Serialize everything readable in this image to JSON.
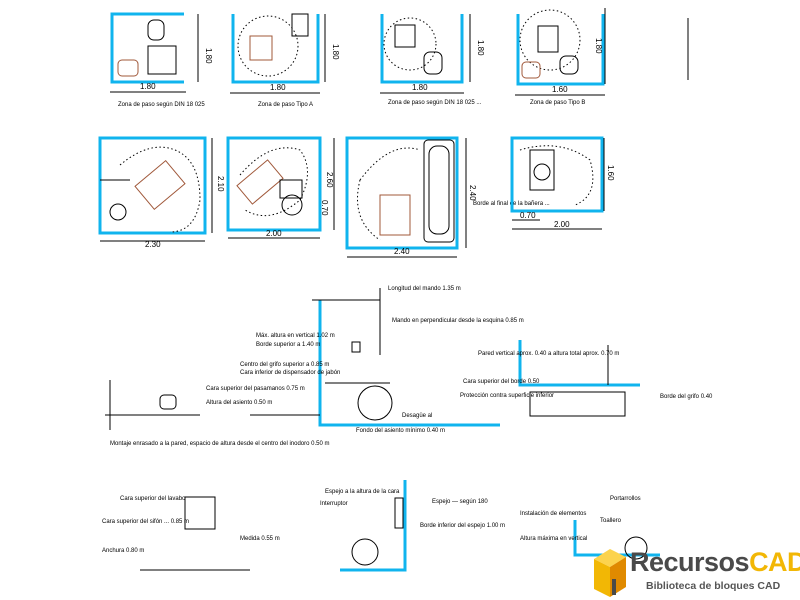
{
  "top_row": [
    {
      "width_dim": "1.80",
      "height_dim": "1.80",
      "caption": "Zona de paso según DIN 18 025"
    },
    {
      "width_dim": "1.80",
      "height_dim": "1.80",
      "caption": "Zona de paso Tipo A"
    },
    {
      "width_dim": "1.80",
      "height_dim": "1.80",
      "caption": "Zona de paso según DIN 18 025 ..."
    },
    {
      "width_dim": "1.60",
      "height_dim": "1.80",
      "caption": "Zona de paso Tipo B"
    }
  ],
  "middle_row": [
    {
      "width_dim": "2.30",
      "height_dim": "2.10"
    },
    {
      "width_dim": "2.00",
      "height_dim": "2.60",
      "extra_dim": "0.70"
    },
    {
      "width_dim": "2.40",
      "height_dim": "2.40",
      "note": "Borde al final de la bañera ..."
    },
    {
      "width_dim": "2.00",
      "height_dim": "1.60",
      "extra_dim": "0.70"
    }
  ],
  "lower_labels": {
    "shower_1": "Longitud del mando 1.35 m",
    "shower_2": "Mando en perpendicular desde la esquina 0.85 m",
    "shower_3": "Máx. altura en vertical 1.02 m",
    "shower_4": "Borde superior a 1.40 m",
    "shower_5": "Centro del grifo superior a 0.85 m",
    "shower_6": "Cara inferior de dispensador de jabón",
    "shower_7": "Cara superior del pasamanos 0.75 m",
    "shower_8": "Altura del asiento 0.50 m",
    "shower_9": "Desagüe al",
    "shower_10": "Fondo del asiento mínimo 0.40 m",
    "wc_note": "Montaje enrasado a la pared, espacio de altura desde el centro del inodoro 0.50 m",
    "bath_1": "Pared vertical aprox. 0.40 a altura total aprox. 0.70 m",
    "bath_2": "Cara superior del borde 0.50",
    "bath_3": "Protección contra superficie inferior",
    "bath_4": "Borde del grifo 0.40",
    "basin_1": "Cara superior del lavabo",
    "basin_2": "Cara superior del sifón ... 0.85 m",
    "basin_3": "Anchura 0.80 m",
    "basin_4": "Medida 0.55 m",
    "mirror_1": "Espejo a la altura de la cara",
    "mirror_2": "Interruptor",
    "mirror_3": "Espejo — según 180",
    "mirror_4": "Borde inferior del espejo 1.00 m",
    "side_1": "Instalación de elementos",
    "side_2": "Altura máxima en vertical",
    "side_3": "Toallero",
    "side_4": "Portarrollos"
  },
  "logo": {
    "brand_a": "Recursos",
    "brand_b": "CAD",
    "tagline": "Biblioteca de bloques CAD",
    "colors": {
      "yellow": "#f2b705",
      "gray": "#4a4a4a"
    }
  },
  "colors": {
    "wall": "#10b4ee",
    "wheelchair": "#a0583a"
  }
}
